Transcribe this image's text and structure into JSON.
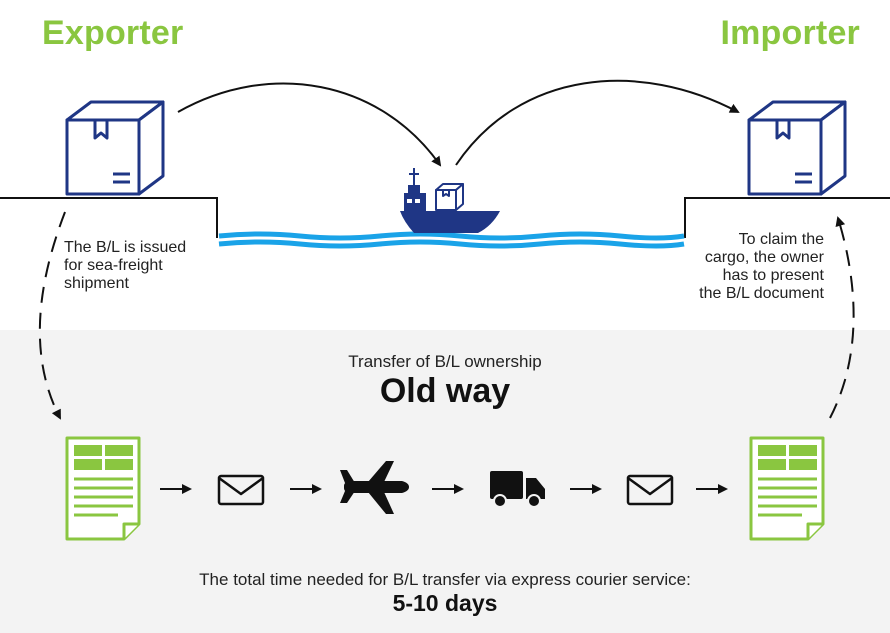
{
  "header": {
    "exporter": "Exporter",
    "importer": "Importer"
  },
  "notes": {
    "issued": [
      "The B/L is issued",
      "for sea-freight",
      "shipment"
    ],
    "claim": [
      "To claim the",
      "cargo, the owner",
      "has to present",
      "the B/L document"
    ]
  },
  "transfer": {
    "subtitle": "Transfer of B/L ownership",
    "title": "Old way"
  },
  "footer": {
    "subtitle": "The total time needed for B/L transfer via express courier service:",
    "value": "5-10 days"
  },
  "flow": [
    "document-icon",
    "envelope-icon",
    "airplane-icon",
    "truck-icon",
    "envelope-icon",
    "document-icon"
  ],
  "colors": {
    "green": "#8ac640",
    "navy": "#1f3685",
    "water": "#1aa3e8",
    "band": "#f3f3f3"
  }
}
